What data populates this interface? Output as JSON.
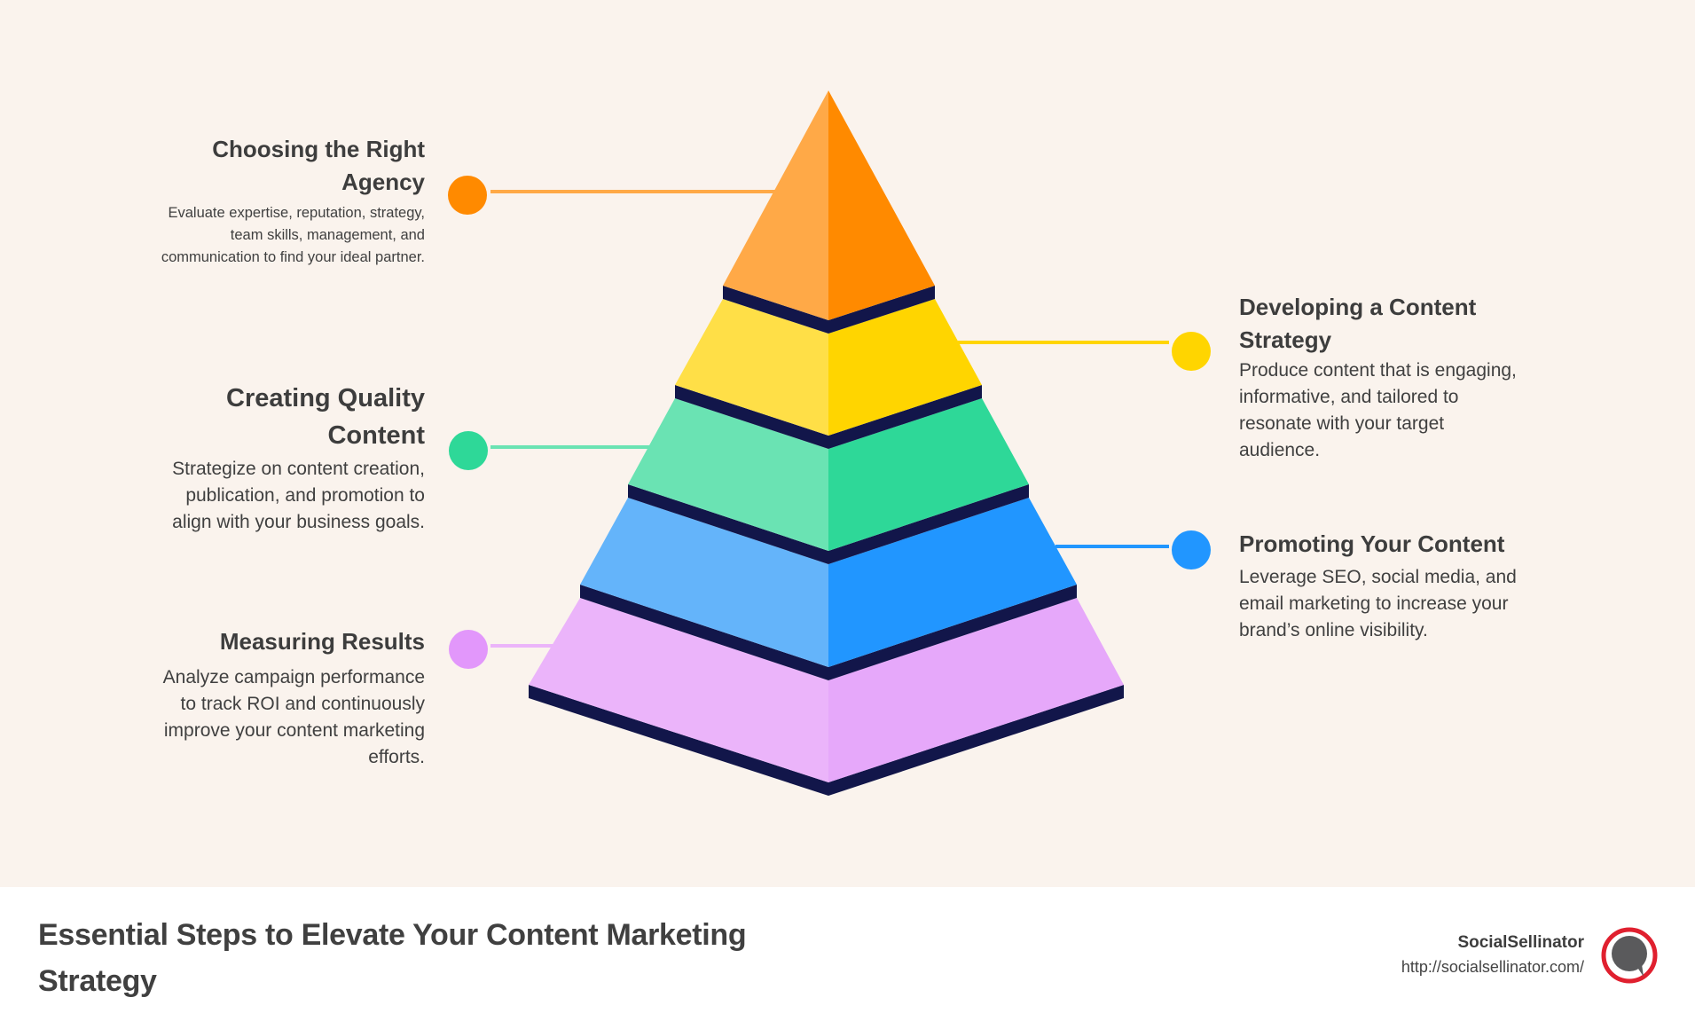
{
  "diagram": {
    "type": "pyramid",
    "layers": [
      {
        "id": "agency",
        "title_lines": [
          "Choosing the Right",
          "Agency"
        ],
        "desc_lines": [
          "Evaluate expertise, reputation, strategy,",
          "team skills, management, and",
          "communication to find your ideal partner."
        ],
        "side": "left",
        "color_light": "#ffa947",
        "color_dark": "#ff8a00",
        "dot_color": "#ff8a00",
        "line_color": "#ffa947"
      },
      {
        "id": "strategy",
        "title_lines": [
          "Developing a Content",
          "Strategy"
        ],
        "desc_lines": [
          "Produce content that is engaging,",
          "informative, and tailored to",
          "resonate with your target",
          "audience."
        ],
        "side": "right",
        "color_light": "#ffdf47",
        "color_dark": "#ffd500",
        "dot_color": "#ffd500",
        "line_color": "#ffd500"
      },
      {
        "id": "quality",
        "title_lines": [
          "Creating Quality",
          "Content"
        ],
        "desc_lines": [
          "Strategize on content creation,",
          "publication, and promotion to",
          "align with your business goals."
        ],
        "side": "left",
        "color_light": "#6ae3b3",
        "color_dark": "#2ed898",
        "dot_color": "#2ed898",
        "line_color": "#6ae3b3"
      },
      {
        "id": "promoting",
        "title_lines": [
          "Promoting Your Content"
        ],
        "desc_lines": [
          "Leverage SEO, social media, and",
          "email marketing to increase your",
          "brand’s online visibility."
        ],
        "side": "right",
        "color_light": "#64b4fa",
        "color_dark": "#2196ff",
        "dot_color": "#2196ff",
        "line_color": "#2196ff"
      },
      {
        "id": "measuring",
        "title_lines": [
          "Measuring Results"
        ],
        "desc_lines": [
          "Analyze campaign performance",
          "to track ROI and continuously",
          "improve your content marketing",
          "efforts."
        ],
        "side": "left",
        "color_light": "#ebb4fa",
        "color_dark": "#e6a8fa",
        "dot_color": "#e297fb",
        "line_color": "#ebb4fa"
      }
    ],
    "band_color": "#12164a"
  },
  "footer": {
    "title": "Essential Steps to Elevate Your Content Marketing Strategy",
    "brand_name": "SocialSellinator",
    "brand_url": "http://socialsellinator.com/",
    "logo_icon": "speech-bubble-logo-icon"
  }
}
